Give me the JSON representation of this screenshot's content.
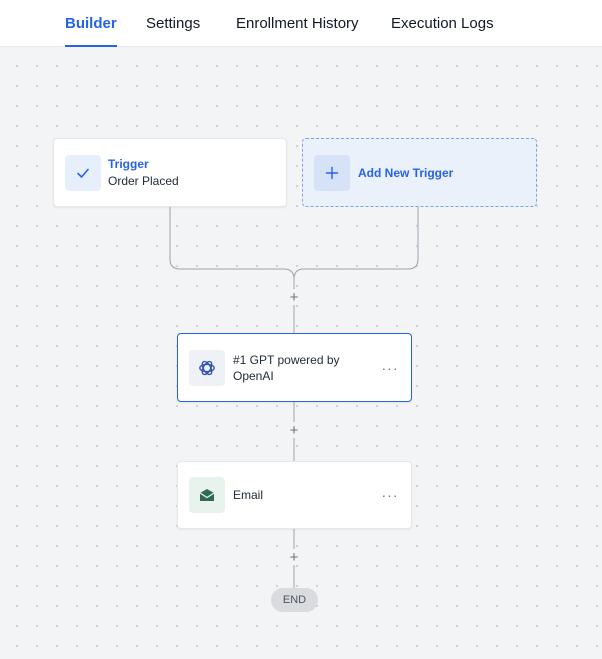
{
  "tabs": [
    {
      "label": "Builder",
      "active": true
    },
    {
      "label": "Settings",
      "active": false
    },
    {
      "label": "Enrollment History",
      "active": false
    },
    {
      "label": "Execution Logs",
      "active": false
    }
  ],
  "trigger": {
    "title": "Trigger",
    "subtitle": "Order Placed",
    "icon": "check-icon"
  },
  "add_trigger": {
    "label": "Add New Trigger",
    "icon": "plus-icon"
  },
  "actions": [
    {
      "label": "#1 GPT powered by OpenAI",
      "icon": "openai-icon",
      "more": "···"
    },
    {
      "label": "Email",
      "icon": "email-icon",
      "more": "···"
    }
  ],
  "add_step_symbol": "+",
  "end_label": "END",
  "colors": {
    "accent": "#2563eb",
    "email_icon": "#2f6b4f",
    "add_trigger_bg": "#eaf1fb"
  }
}
